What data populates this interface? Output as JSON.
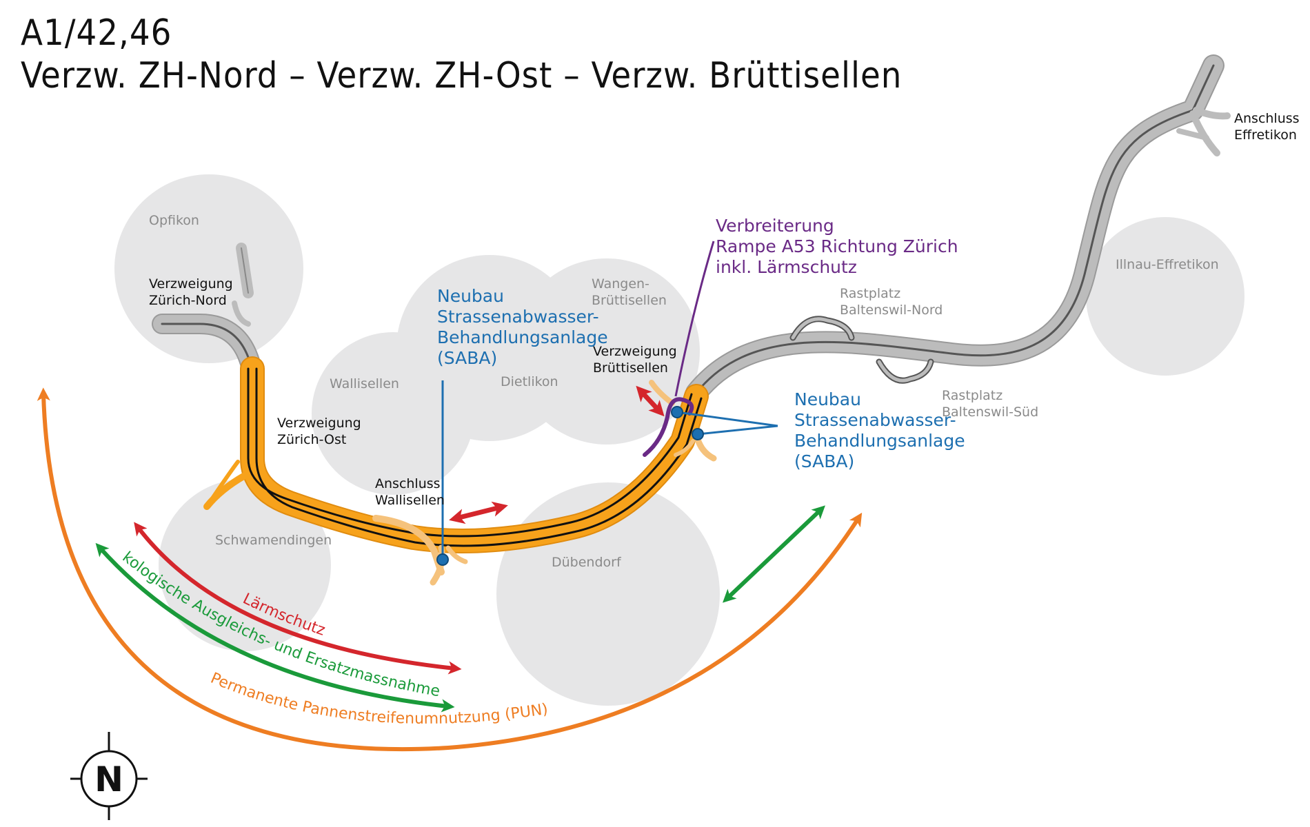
{
  "title": {
    "line1": "A1/42,46",
    "line2": "Verzw. ZH-Nord – Verzw. ZH-Ost – Verzw. Brüttisellen"
  },
  "places": {
    "opfikon": "Opfikon",
    "wallisellen": "Wallisellen",
    "dietlikon": "Dietlikon",
    "wangen1": "Wangen-",
    "wangen2": "Brüttisellen",
    "schwamendingen": "Schwamendingen",
    "duebendorf": "Dübendorf",
    "illnau": "Illnau-Effretikon"
  },
  "nodes": {
    "zh_nord_1": "Verzweigung",
    "zh_nord_2": "Zürich-Nord",
    "zh_ost_1": "Verzweigung",
    "zh_ost_2": "Zürich-Ost",
    "wall_1": "Anschluss",
    "wall_2": "Wallisellen",
    "brue_1": "Verzweigung",
    "brue_2": "Brüttisellen",
    "eff_1": "Anschluss",
    "eff_2": "Effretikon"
  },
  "rest_areas": {
    "nord_1": "Rastplatz",
    "nord_2": "Baltenswil-Nord",
    "sued_1": "Rastplatz",
    "sued_2": "Baltenswil-Süd"
  },
  "saba_left": [
    "Neubau",
    "Strassenabwasser-",
    "Behandlungsanlage",
    "(SABA)"
  ],
  "saba_right": [
    "Neubau",
    "Strassenabwasser-",
    "Behandlungsanlage",
    "(SABA)"
  ],
  "ramp": [
    "Verbreiterung",
    "Rampe A53 Richtung Zürich",
    "inkl. Lärmschutz"
  ],
  "arcs": {
    "laermschutz": "Lärmschutz",
    "oekologisch": "Ökologische Ausgleichs- und Ersatzmassnahmen",
    "pun": "Permanente Pannenstreifenumnutzung (PUN)"
  },
  "compass": {
    "label": "N"
  },
  "colors": {
    "road_grey": "#b9b9b9",
    "road_orange": "#f7a21b",
    "city": "#e6e6e7",
    "red": "#d4262c",
    "green": "#1a9a3a",
    "orange": "#ee7d22",
    "blue": "#1d6fb0",
    "purple": "#6a2a86"
  }
}
